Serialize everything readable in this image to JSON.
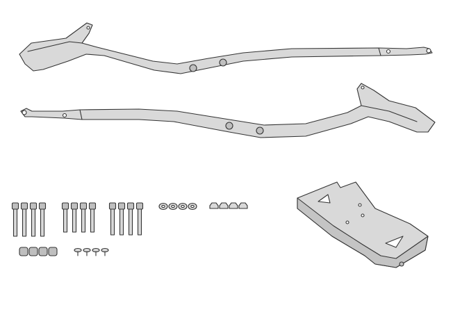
{
  "colors": {
    "background": "#ffffff",
    "part_fill": "#d9d9d9",
    "part_shade": "#bfbfbf",
    "outline": "#333333"
  },
  "parts": {
    "upper_rail": "rail",
    "lower_rail": "rail",
    "mounting_plate": "plate",
    "bolt_groups": 3,
    "bolts_per_group": 4,
    "washers": 4,
    "nuts": 4,
    "spacers": 4,
    "screws": 4
  }
}
